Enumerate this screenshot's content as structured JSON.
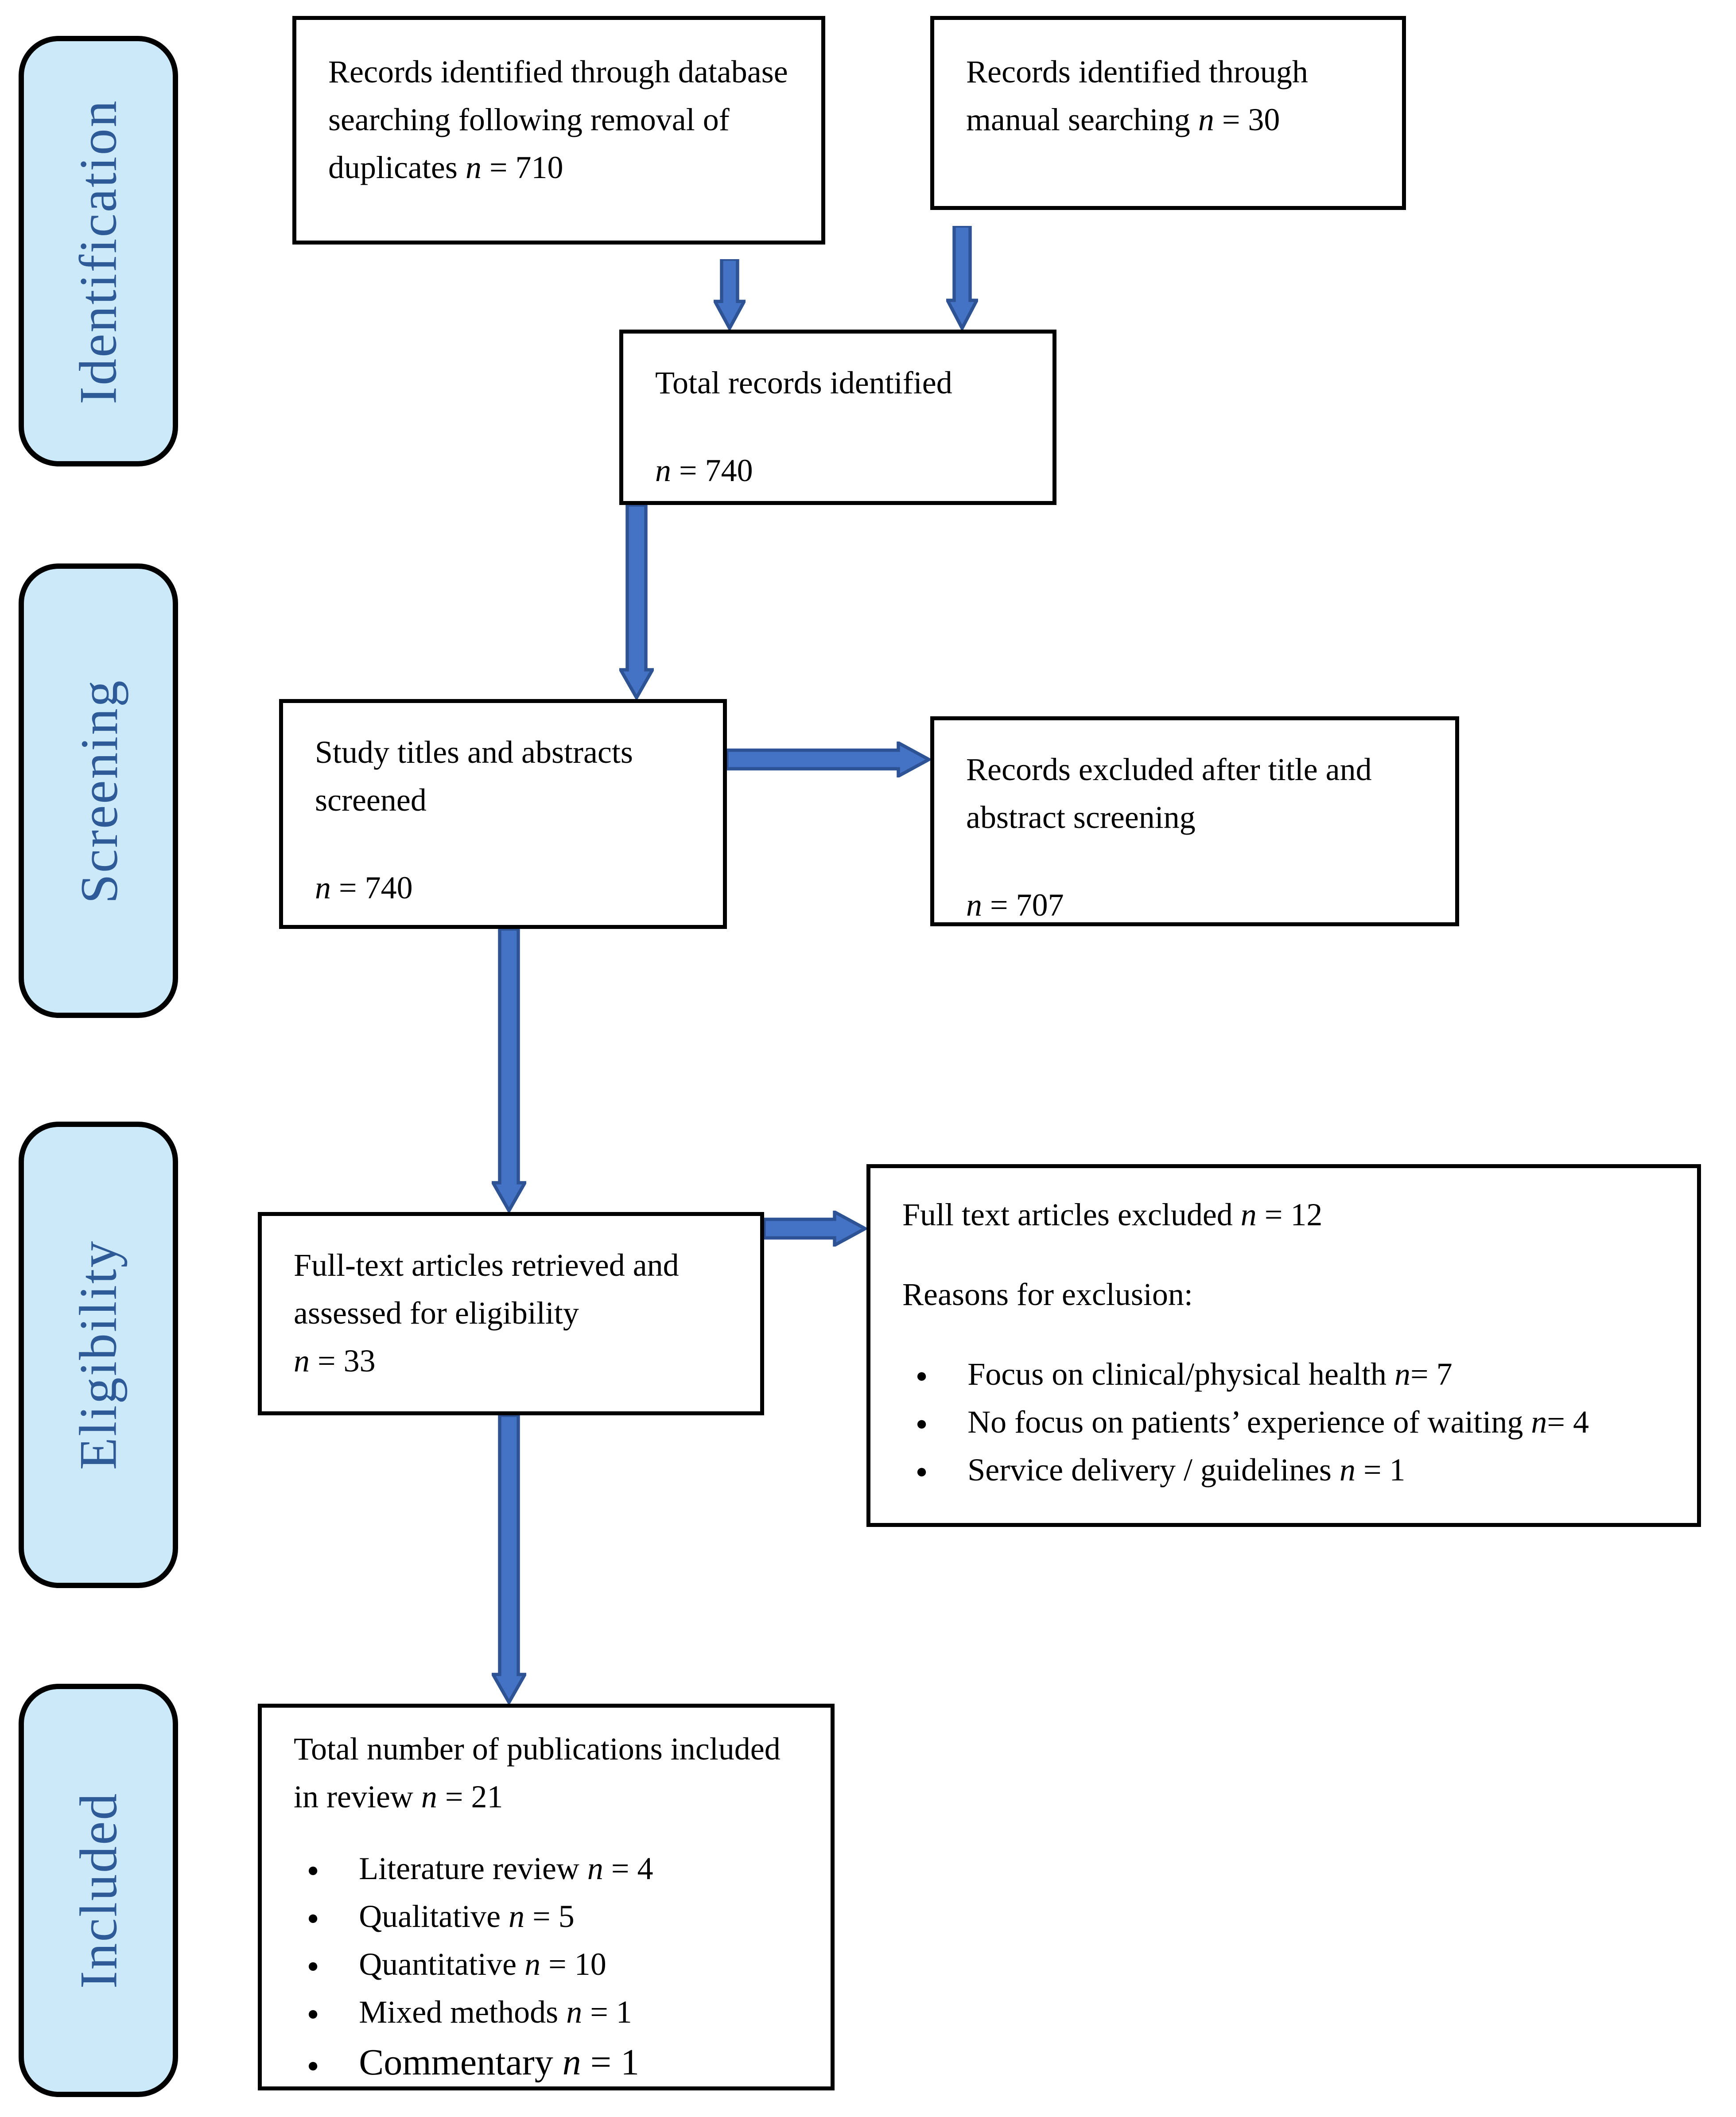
{
  "diagram_title": "PRISMA study selection flow diagram",
  "colors": {
    "arrow_fill": "#4472C4",
    "arrow_outline": "#2E5395",
    "stage_fill": "#CBE9F9",
    "stage_text": "#2E5B97",
    "box_border": "#000000",
    "background": "#FFFFFF"
  },
  "stages": [
    {
      "label": "Identification"
    },
    {
      "label": "Screening"
    },
    {
      "label": "Eligibility"
    },
    {
      "label": "Included"
    }
  ],
  "boxes": {
    "db_search": {
      "paragraphs": [
        {
          "segments": [
            {
              "text": "Records identified through database searching following removal of duplicates "
            },
            {
              "text": "n",
              "italic": true
            },
            {
              "text": " = 710"
            }
          ]
        }
      ]
    },
    "manual_search": {
      "paragraphs": [
        {
          "segments": [
            {
              "text": "Records identified through manual searching "
            },
            {
              "text": "n",
              "italic": true
            },
            {
              "text": " = 30"
            }
          ]
        }
      ]
    },
    "total_identified": {
      "paragraphs": [
        {
          "segments": [
            {
              "text": "Total records identified"
            }
          ]
        },
        {
          "gap": true,
          "segments": [
            {
              "text": "n",
              "italic": true
            },
            {
              "text": " = 740"
            }
          ]
        }
      ]
    },
    "titles_screened": {
      "paragraphs": [
        {
          "segments": [
            {
              "text": "Study titles and abstracts screened"
            }
          ]
        },
        {
          "gap": true,
          "segments": [
            {
              "text": "n",
              "italic": true
            },
            {
              "text": " = 740"
            }
          ]
        }
      ]
    },
    "records_excluded": {
      "paragraphs": [
        {
          "segments": [
            {
              "text": "Records excluded after title and abstract screening"
            }
          ]
        },
        {
          "gap": true,
          "segments": [
            {
              "text": "n",
              "italic": true
            },
            {
              "text": " = 707"
            }
          ]
        }
      ]
    },
    "fulltext_assessed": {
      "paragraphs": [
        {
          "segments": [
            {
              "text": "Full-text articles retrieved and assessed for eligibility"
            }
          ]
        },
        {
          "segments": [
            {
              "text": "n",
              "italic": true
            },
            {
              "text": " = 33"
            }
          ]
        }
      ]
    },
    "fulltext_excluded": {
      "paragraphs": [
        {
          "segments": [
            {
              "text": "Full text articles excluded "
            },
            {
              "text": "n",
              "italic": true
            },
            {
              "text": " = 12"
            }
          ]
        },
        {
          "gap": true,
          "segments": [
            {
              "text": "Reasons for exclusion:"
            }
          ]
        },
        {
          "gap": true,
          "bullet": true,
          "segments": [
            {
              "text": "Focus on clinical/physical health "
            },
            {
              "text": "n",
              "italic": true
            },
            {
              "text": "= 7"
            }
          ]
        },
        {
          "bullet": true,
          "segments": [
            {
              "text": "No focus on patients’ experience of waiting "
            },
            {
              "text": "n",
              "italic": true
            },
            {
              "text": "= 4"
            }
          ]
        },
        {
          "bullet": true,
          "segments": [
            {
              "text": "Service delivery / guidelines "
            },
            {
              "text": "n",
              "italic": true
            },
            {
              "text": " = 1"
            }
          ]
        }
      ]
    },
    "included_total": {
      "paragraphs": [
        {
          "segments": [
            {
              "text": "Total number of publications included in review "
            },
            {
              "text": "n",
              "italic": true
            },
            {
              "text": " = 21"
            }
          ]
        },
        {
          "gap": true,
          "bullet": true,
          "segments": [
            {
              "text": "Literature review "
            },
            {
              "text": "n",
              "italic": true
            },
            {
              "text": " = 4"
            }
          ]
        },
        {
          "bullet": true,
          "segments": [
            {
              "text": "Qualitative "
            },
            {
              "text": "n",
              "italic": true
            },
            {
              "text": " = 5"
            }
          ]
        },
        {
          "bullet": true,
          "segments": [
            {
              "text": "Quantitative "
            },
            {
              "text": "n",
              "italic": true
            },
            {
              "text": " = 10"
            }
          ]
        },
        {
          "bullet": true,
          "segments": [
            {
              "text": "Mixed methods "
            },
            {
              "text": "n",
              "italic": true
            },
            {
              "text": " = 1"
            }
          ]
        },
        {
          "bullet": true,
          "large": true,
          "segments": [
            {
              "text": "Commentary "
            },
            {
              "text": "n",
              "italic": true
            },
            {
              "text": " = 1"
            }
          ]
        }
      ]
    }
  }
}
